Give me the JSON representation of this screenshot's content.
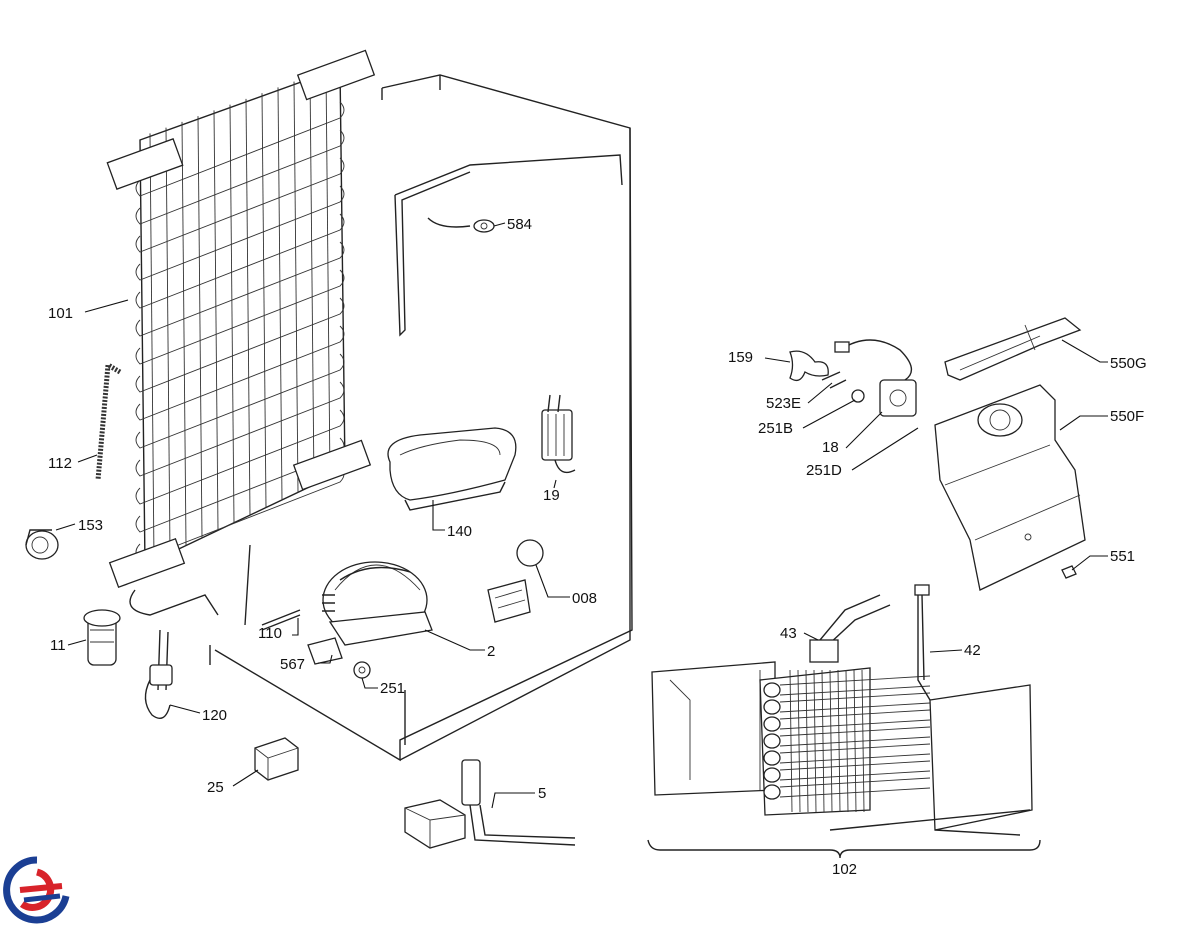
{
  "parts": {
    "p101": "101",
    "p112": "112",
    "p153": "153",
    "p11": "11",
    "p120": "120",
    "p25": "25",
    "p584": "584",
    "p140": "140",
    "p19": "19",
    "p008": "008",
    "p110": "110",
    "p567": "567",
    "p2": "2",
    "p251": "251",
    "p5": "5",
    "p159": "159",
    "p523E": "523E",
    "p251B": "251B",
    "p18": "18",
    "p251D": "251D",
    "p550G": "550G",
    "p550F": "550F",
    "p551": "551",
    "p43": "43",
    "p42": "42",
    "p102": "102"
  },
  "colors": {
    "line": "#222222",
    "logo_red": "#d8232a",
    "logo_blue": "#1b3f94"
  },
  "icons": {
    "logo": "brand-swirl-logo"
  }
}
